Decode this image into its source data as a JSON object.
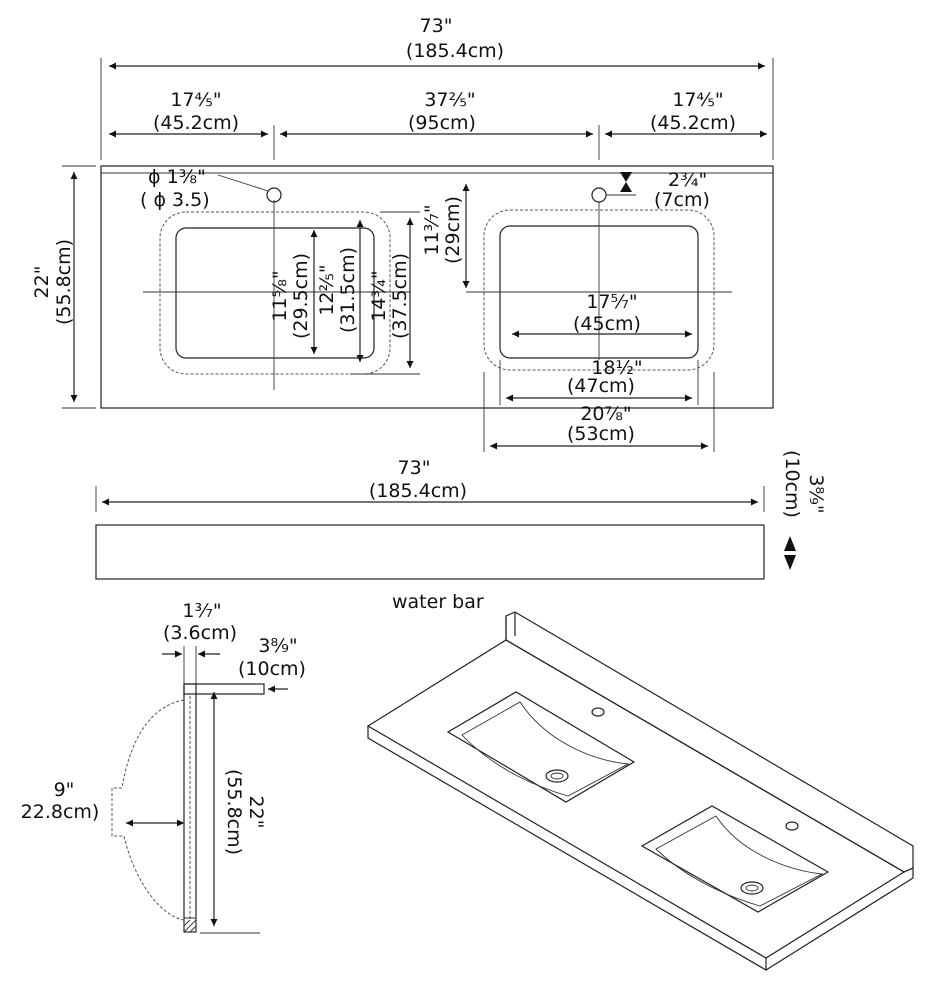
{
  "top_view": {
    "overall_width_in": "73\"",
    "overall_width_cm": "(185.4cm)",
    "left_margin_in": "17⅘\"",
    "left_margin_cm": "(45.2cm)",
    "center_span_in": "37⅖\"",
    "center_span_cm": "(95cm)",
    "right_margin_in": "17⅘\"",
    "right_margin_cm": "(45.2cm)",
    "depth_in": "22\"",
    "depth_cm": "(55.8cm)",
    "faucet_hole_in": "ϕ 1⅜\"",
    "faucet_hole_cm": "( ϕ 3.5)",
    "hole_offset_in": "2¾\"",
    "hole_offset_cm": "(7cm)",
    "hole_to_center_in": "11³⁄₇\"",
    "hole_to_center_cm": "(29cm)",
    "bowl_depth_a_in": "11⅝\"",
    "bowl_depth_a_cm": "(29.5cm)",
    "bowl_depth_b_in": "12⅖\"",
    "bowl_depth_b_cm": "(31.5cm)",
    "bowl_depth_c_in": "14¾\"",
    "bowl_depth_c_cm": "(37.5cm)",
    "bowl_width_a_in": "17⁵⁄₇\"",
    "bowl_width_a_cm": "(45cm)",
    "bowl_width_b_in": "18½\"",
    "bowl_width_b_cm": "(47cm)",
    "bowl_width_c_in": "20⅞\"",
    "bowl_width_c_cm": "(53cm)"
  },
  "front_view": {
    "width_in": "73\"",
    "width_cm": "(185.4cm)",
    "height_in": "3⁸⁄₉\"",
    "height_cm": "(10cm)"
  },
  "side_view": {
    "thickness_in": "1³⁄₇\"",
    "thickness_cm": "(3.6cm)",
    "backsplash_in": "3⁸⁄₉\"",
    "backsplash_cm": "(10cm)",
    "bowl_depth_in": "9\"",
    "bowl_depth_cm": "22.8cm)",
    "depth_in": "22\"",
    "depth_cm": "(55.8cm)"
  },
  "iso_view": {
    "water_bar_label": "water bar"
  }
}
